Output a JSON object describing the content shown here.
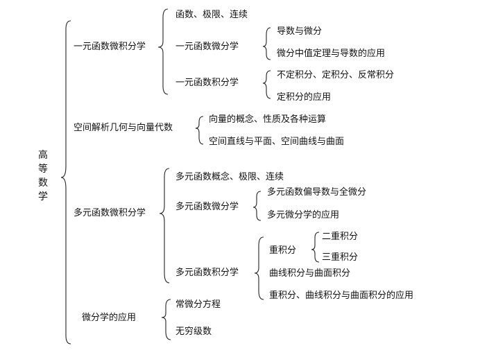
{
  "diagram": {
    "root": [
      "高",
      "等",
      "数",
      "学"
    ],
    "branch_yiyuan": {
      "label": "一元函数微积分学",
      "limits": "函数、极限、连续",
      "diff": {
        "label": "一元函数微分学",
        "items": [
          "导数与微分",
          "微分中值定理与导数的应用"
        ]
      },
      "integ": {
        "label": "一元函数积分学",
        "items": [
          "不定积分、定积分、反常积分",
          "定积分的应用"
        ]
      }
    },
    "branch_kongjian": {
      "label": "空间解析几何与向量代数",
      "items": [
        "向量的概念、性质及各种运算",
        "空间直线与平面、空间曲线与曲面"
      ]
    },
    "branch_duoyuan": {
      "label": "多元函数微积分学",
      "limits": "多元函数概念、极限、连续",
      "diff": {
        "label": "多元函数微分学",
        "items": [
          "多元函数偏导数与全微分",
          "多元微分学的应用"
        ]
      },
      "integ": {
        "label": "多元函数积分学",
        "zhong": {
          "label": "重积分",
          "items": [
            "二重积分",
            "三重积分"
          ]
        },
        "curve": "曲线积分与曲面积分",
        "relation": "重积分、曲线积分与曲面积分的应用"
      }
    },
    "branch_yingyong": {
      "label": "微分学的应用",
      "items": [
        "常微分方程",
        "无穷级数"
      ]
    }
  }
}
